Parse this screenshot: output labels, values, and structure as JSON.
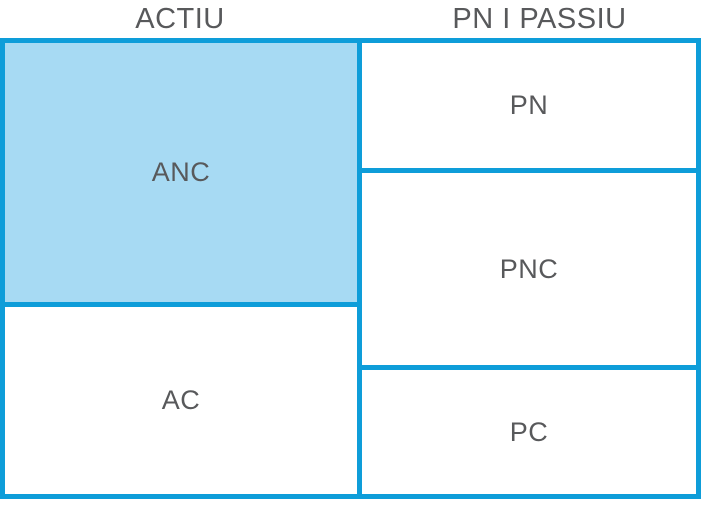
{
  "diagram": {
    "type": "balance-sheet-structure",
    "columns": [
      {
        "title": "ACTIU",
        "boxes": [
          {
            "label": "ANC",
            "highlighted": true
          },
          {
            "label": "AC",
            "highlighted": false
          }
        ]
      },
      {
        "title": "PN I PASSIU",
        "boxes": [
          {
            "label": "PN",
            "highlighted": false
          },
          {
            "label": "PNC",
            "highlighted": false
          },
          {
            "label": "PC",
            "highlighted": false
          }
        ]
      }
    ],
    "colors": {
      "border": "#0e9dd9",
      "highlight_fill": "#a7daf3",
      "text": "#58595b",
      "background": "#ffffff"
    }
  }
}
